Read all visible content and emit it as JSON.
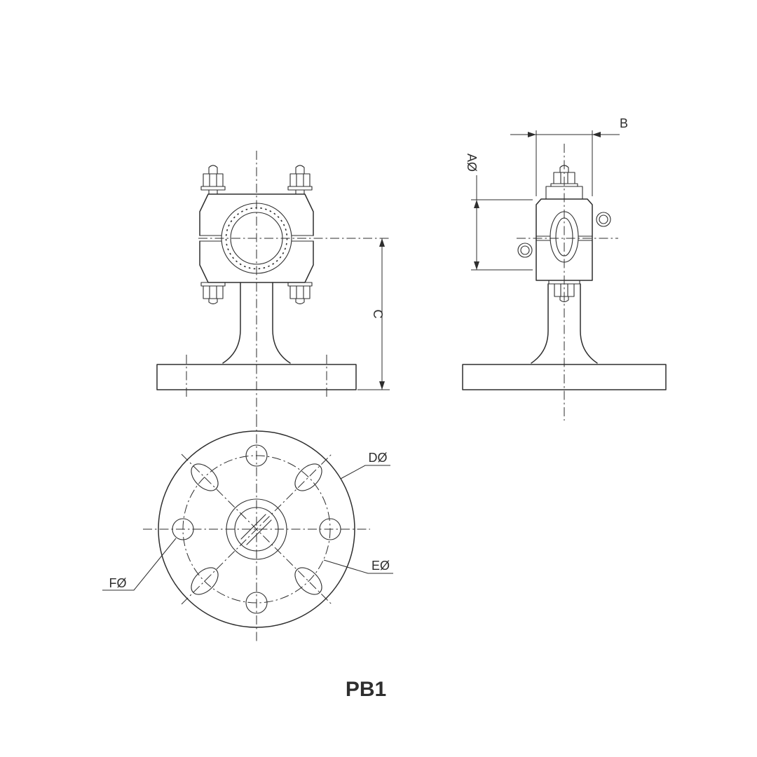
{
  "title": "PB1",
  "labels": {
    "dim_b": "B",
    "dim_a": "AØ",
    "dim_c": "C",
    "dia_d": "DØ",
    "dia_e": "EØ",
    "dia_f": "FØ"
  },
  "colors": {
    "line": "#2e2e2e",
    "background": "#ffffff"
  }
}
